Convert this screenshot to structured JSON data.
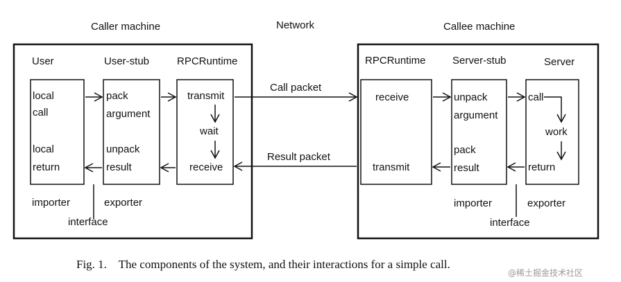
{
  "headers": {
    "caller": "Caller machine",
    "network": "Network",
    "callee": "Callee machine"
  },
  "caller": {
    "user": {
      "title": "User",
      "local": "local",
      "call": "call",
      "local2": "local",
      "return": "return"
    },
    "user_stub": {
      "title": "User-stub",
      "pack": "pack",
      "argument": "argument",
      "unpack": "unpack",
      "result": "result"
    },
    "runtime": {
      "title": "RPCRuntime",
      "transmit": "transmit",
      "wait": "wait",
      "receive": "receive"
    },
    "importer": "importer",
    "exporter": "exporter",
    "interface": "interface"
  },
  "network": {
    "call_packet": "Call packet",
    "result_packet": "Result packet"
  },
  "callee": {
    "runtime": {
      "title": "RPCRuntime",
      "receive": "receive",
      "transmit": "transmit"
    },
    "server_stub": {
      "title": "Server-stub",
      "unpack": "unpack",
      "argument": "argument",
      "pack": "pack",
      "result": "result"
    },
    "server": {
      "title": "Server",
      "call": "call",
      "work": "work",
      "return": "return"
    },
    "importer": "importer",
    "exporter": "exporter",
    "interface": "interface"
  },
  "caption": "Fig. 1.    The components of the system, and their interactions for a simple call.",
  "watermark": "@稀土掘金技术社区"
}
